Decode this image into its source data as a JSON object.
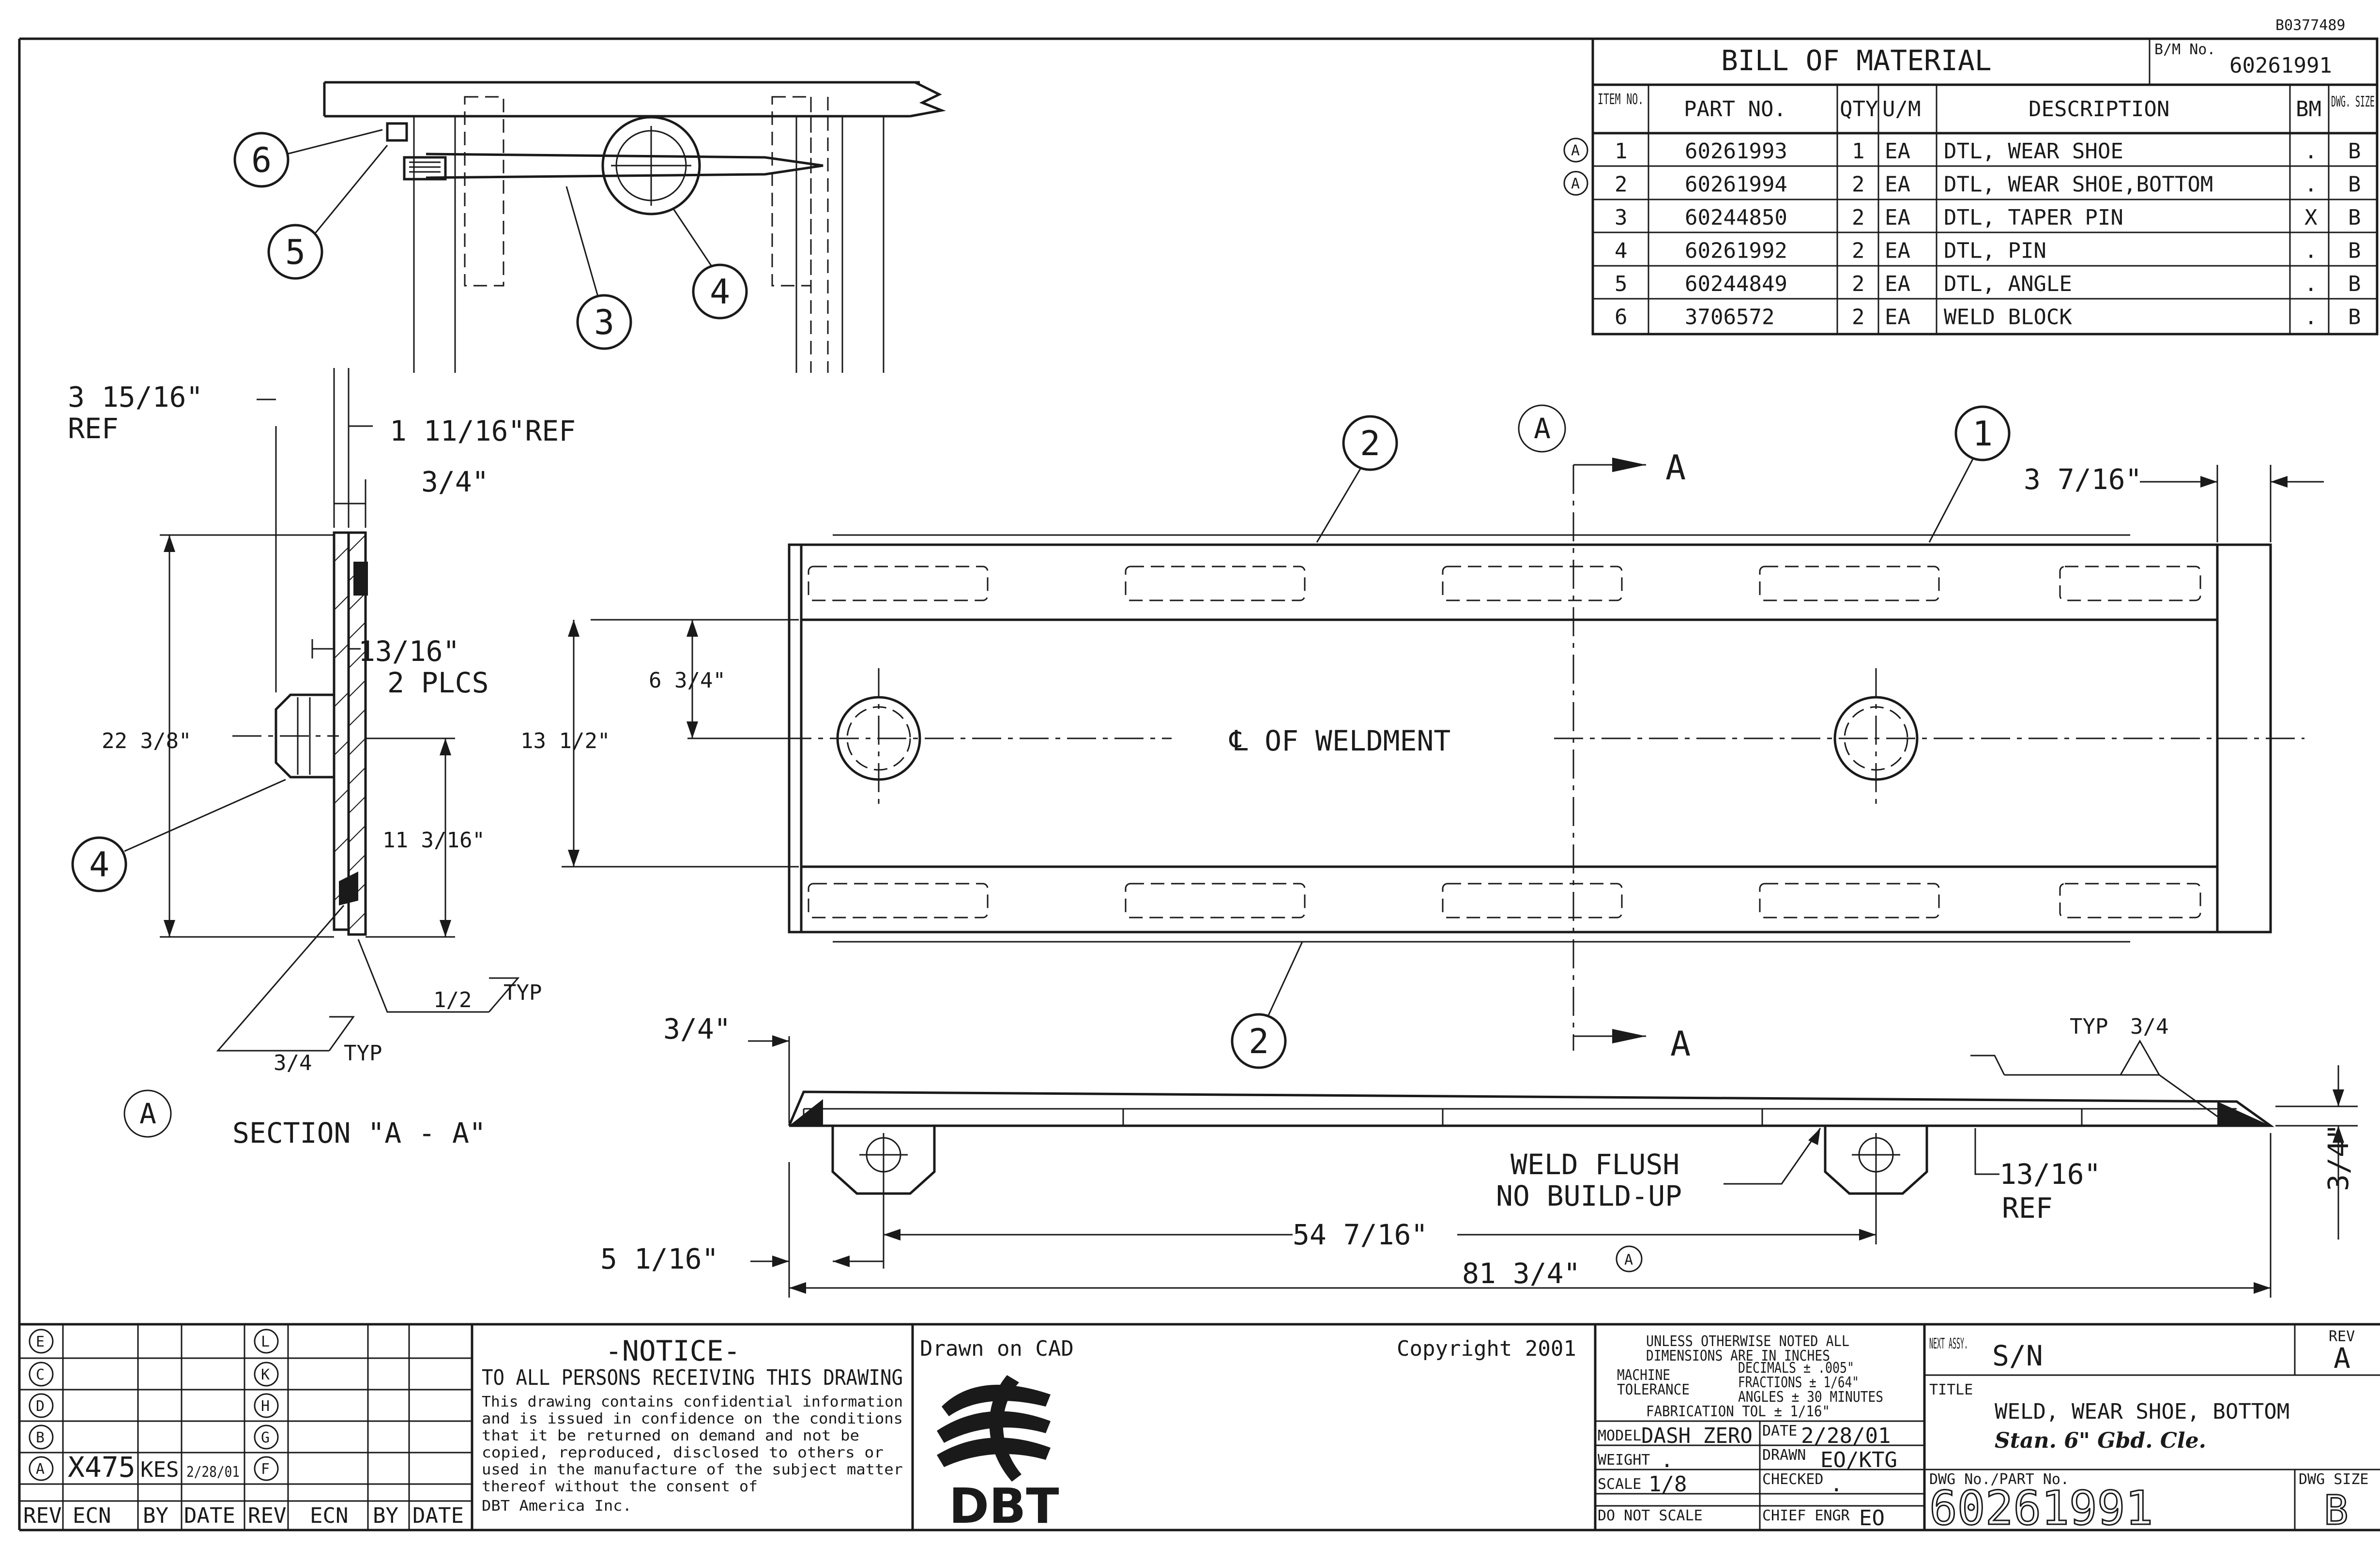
{
  "doc_ref": "B0377489",
  "bom": {
    "title": "BILL OF MATERIAL",
    "bm_no_label": "B/M No.",
    "bm_no": "60261991",
    "headers": {
      "item": "ITEM NO.",
      "part": "PART NO.",
      "qty": "QTY",
      "um": "U/M",
      "desc": "DESCRIPTION",
      "bm": "BM",
      "size": "DWG. SIZE"
    },
    "rows": [
      {
        "rev": "A",
        "item": "1",
        "part": "60261993",
        "qty": "1",
        "um": "EA",
        "desc": "DTL, WEAR SHOE",
        "bm": ".",
        "size": "B"
      },
      {
        "rev": "A",
        "item": "2",
        "part": "60261994",
        "qty": "2",
        "um": "EA",
        "desc": "DTL, WEAR SHOE,BOTTOM",
        "bm": ".",
        "size": "B"
      },
      {
        "rev": "",
        "item": "3",
        "part": "60244850",
        "qty": "2",
        "um": "EA",
        "desc": "DTL, TAPER PIN",
        "bm": "X",
        "size": "B"
      },
      {
        "rev": "",
        "item": "4",
        "part": "60261992",
        "qty": "2",
        "um": "EA",
        "desc": "DTL, PIN",
        "bm": ".",
        "size": "B"
      },
      {
        "rev": "",
        "item": "5",
        "part": "60244849",
        "qty": "2",
        "um": "EA",
        "desc": "DTL, ANGLE",
        "bm": ".",
        "size": "B"
      },
      {
        "rev": "",
        "item": "6",
        "part": "3706572",
        "qty": "2",
        "um": "EA",
        "desc": "WELD BLOCK",
        "bm": ".",
        "size": "B"
      }
    ]
  },
  "balloons": {
    "b1": "1",
    "b2": "2",
    "b3": "3",
    "b4": "4",
    "b5": "5",
    "b6": "6",
    "revA": "A"
  },
  "dims": {
    "d3_15_16": "3 15/16\"",
    "ref": "REF",
    "d1_11_16": "1 11/16\"REF",
    "d3_4": "3/4\"",
    "d13_16": "13/16\"",
    "two_plcs": "2 PLCS",
    "d22_3_8": "22 3/8\"",
    "d6_3_4": "6 3/4\"",
    "d13_1_2": "13 1/2\"",
    "d11_3_16": "11 3/16\"",
    "d3_7_16": "3 7/16\"",
    "d5_1_16": "5 1/16\"",
    "d54_7_16": "54 7/16\"",
    "d81_3_4": "81 3/4\"",
    "d13_16_ref": "13/16\"",
    "d3_4_right": "3/4\""
  },
  "labels": {
    "centerline": "℄ OF WELDMENT",
    "section_marker": "A",
    "section_title": "SECTION \"A - A\"",
    "weld_note_1": "WELD FLUSH",
    "weld_note_2": "NO BUILD-UP",
    "weld_half": "1/2",
    "weld_3_4": "3/4",
    "typ": "TYP"
  },
  "notice": {
    "title": "-NOTICE-",
    "line1": "TO ALL PERSONS RECEIVING THIS DRAWING",
    "line2": "This drawing contains confidential information",
    "line3": "and is issued in confidence on the conditions",
    "line4": "that it be returned on demand and not be",
    "line5": "copied, reproduced, disclosed to others or",
    "line6": "used in the manufacture of the subject matter",
    "line7": "thereof without the consent of",
    "line8": "DBT America Inc."
  },
  "cad_note": "Drawn on CAD",
  "copyright": "Copyright 2001",
  "logo": "DBT",
  "tolerances": {
    "l1": "UNLESS OTHERWISE NOTED ALL",
    "l2": "DIMENSIONS ARE IN INCHES",
    "l3": "MACHINE",
    "l4": "DECIMALS ± .005\"",
    "l5": "TOLERANCE",
    "l6": "FRACTIONS ± 1/64\"",
    "l7": "ANGLES ± 30 MINUTES",
    "l8": "FABRICATION TOL ± 1/16\""
  },
  "title_block": {
    "model_label": "MODEL",
    "model": "DASH ZERO",
    "date_label": "DATE",
    "date": "2/28/01",
    "weight_label": "WEIGHT",
    "weight": ".",
    "drawn_label": "DRAWN",
    "drawn": "EO/KTG",
    "scale_label": "SCALE",
    "scale": "1/8",
    "checked_label": "CHECKED",
    "checked": ".",
    "noscale": "DO NOT SCALE",
    "chief_label": "CHIEF ENGR",
    "chief": "EO",
    "next_assy_label": "NEXT ASSY.",
    "next_assy": "S/N",
    "rev_label": "REV",
    "rev": "A",
    "title_label": "TITLE",
    "title": "WELD, WEAR SHOE, BOTTOM",
    "subtitle": "Stan. 6\" Gbd. Cle.",
    "dwg_label": "DWG No./PART No.",
    "dwg_no": "60261991",
    "size_label": "DWG SIZE",
    "size": "B"
  },
  "revisions": {
    "left_letters": [
      "E",
      "C",
      "D",
      "B",
      "A"
    ],
    "right_letters": [
      "L",
      "K",
      "H",
      "G",
      "F"
    ],
    "row_a": {
      "ecn": "X475",
      "by": "KES",
      "date": "2/28/01"
    },
    "headers": [
      "REV",
      "ECN",
      "BY",
      "DATE",
      "REV",
      "ECN",
      "BY",
      "DATE"
    ]
  }
}
